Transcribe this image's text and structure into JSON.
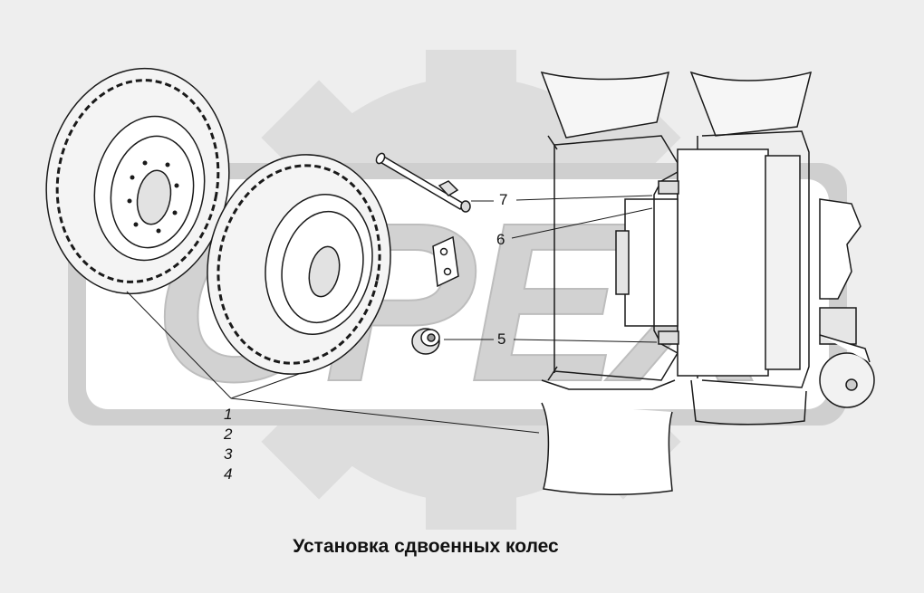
{
  "watermark": {
    "text": "OPEX"
  },
  "callouts": {
    "c7": "7",
    "c6": "6",
    "c5": "5"
  },
  "references": [
    "1",
    "2",
    "3",
    "4"
  ],
  "caption": "Установка сдвоенных колес",
  "colors": {
    "background": "#eeeeee",
    "gear": "#dcdcdc",
    "line": "#1a1a1a",
    "watermark": "#cfcfcf"
  }
}
